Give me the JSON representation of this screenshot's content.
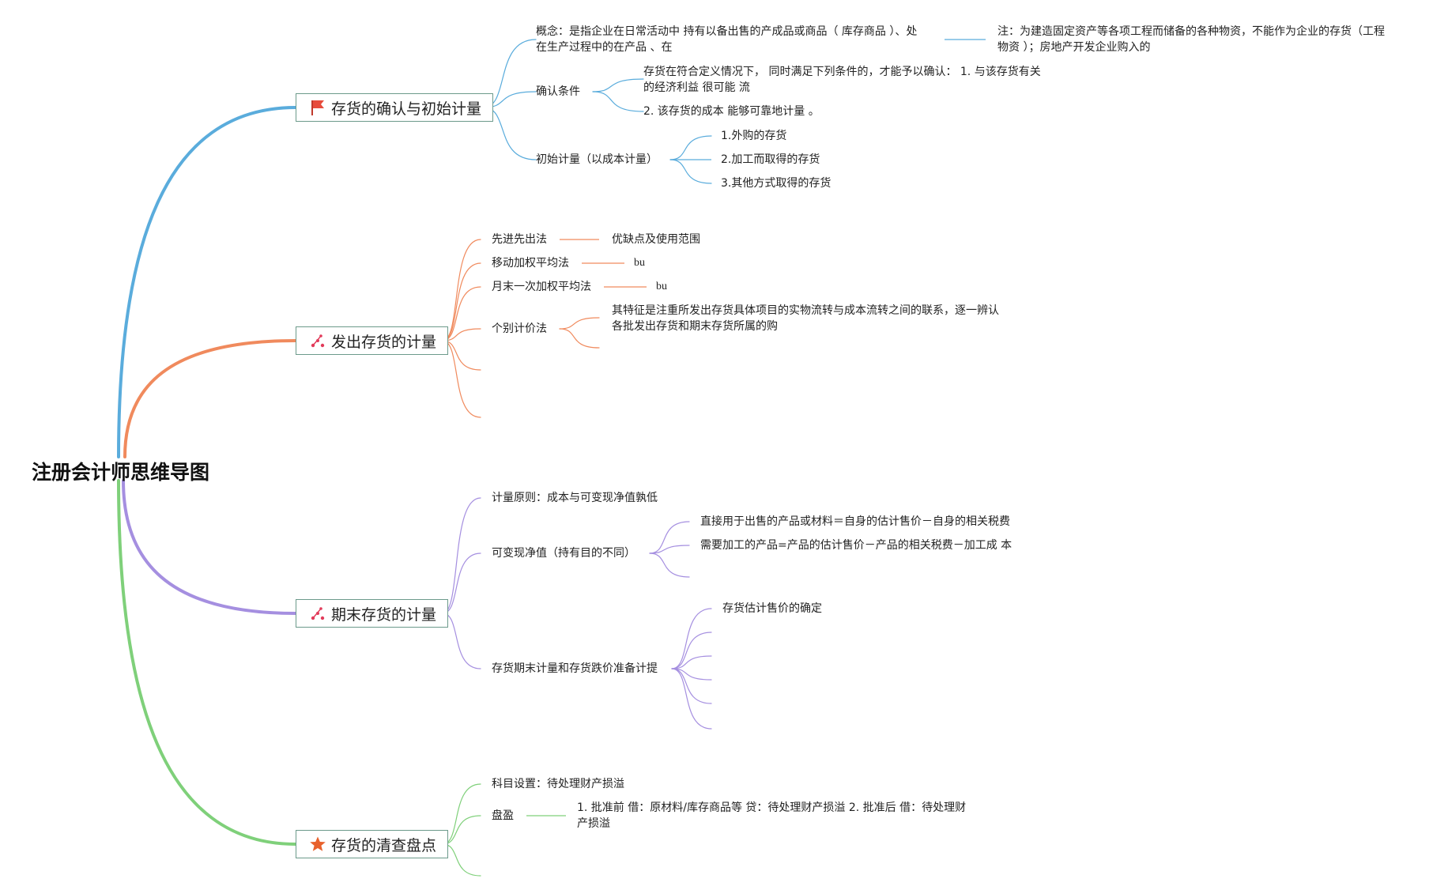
{
  "root": {
    "title": "注册会计师思维导图"
  },
  "colors": {
    "b1": "#5aacdc",
    "b2": "#f08a5d",
    "b3": "#a58fe0",
    "b4": "#7fd07a",
    "box_border": "#6c9a8b"
  },
  "branches": [
    {
      "label": "存货的确认与初始计量",
      "icon": "red-flag-icon",
      "children": {
        "concept": "概念：是指企业在日常活动中 持有以备出售的产成品或商品（ 库存商品 ）、处在生产过程中的在产品 、在",
        "concept_note": "注：为建造固定资产等各项工程而储备的各种物资，不能作为企业的存货（工程物资 ）；房地产开发企业购入的",
        "recognition": "确认条件",
        "recognition_1": "存货在符合定义情况下， 同时满足下列条件的，才能予以确认： 1. 与该存货有关的经济利益 很可能 流",
        "recognition_2": "2. 该存货的成本 能够可靠地计量 。",
        "initial": "初始计量（以成本计量）",
        "initial_items": [
          "1.外购的存货",
          "2.加工而取得的存货",
          "3.其他方式取得的存货"
        ]
      }
    },
    {
      "label": "发出存货的计量",
      "icon": "sparkle-icon",
      "children": {
        "fifo": "先进先出法",
        "fifo_note": "优缺点及使用范围",
        "moving": "移动加权平均法",
        "moving_note": "bu",
        "monthly": "月末一次加权平均法",
        "monthly_note": "bu",
        "specific": "个别计价法",
        "specific_note": "其特征是注重所发出存货具体项目的实物流转与成本流转之间的联系，逐一辨认各批发出存货和期末存货所属的购"
      }
    },
    {
      "label": "期末存货的计量",
      "icon": "sparkle-icon",
      "children": {
        "principle": "计量原则：成本与可变现净值孰低",
        "nrv": "可变现净值（持有目的不同）",
        "nrv_1": "直接用于出售的产品或材料＝自身的估计售价－自身的相关税费",
        "nrv_2": "需要加工的产品=产品的估计售价－产品的相关税费－加工成 本",
        "provision": "存货期末计量和存货跌价准备计提",
        "provision_1": "存货估计售价的确定"
      }
    },
    {
      "label": "存货的清查盘点",
      "icon": "star-icon",
      "children": {
        "account": "科目设置：待处理财产损溢",
        "surplus": "盘盈",
        "surplus_note": "1. 批准前 借：原材料/库存商品等    贷：待处理财产损溢 2. 批准后 借：待处理财产损溢"
      }
    }
  ]
}
